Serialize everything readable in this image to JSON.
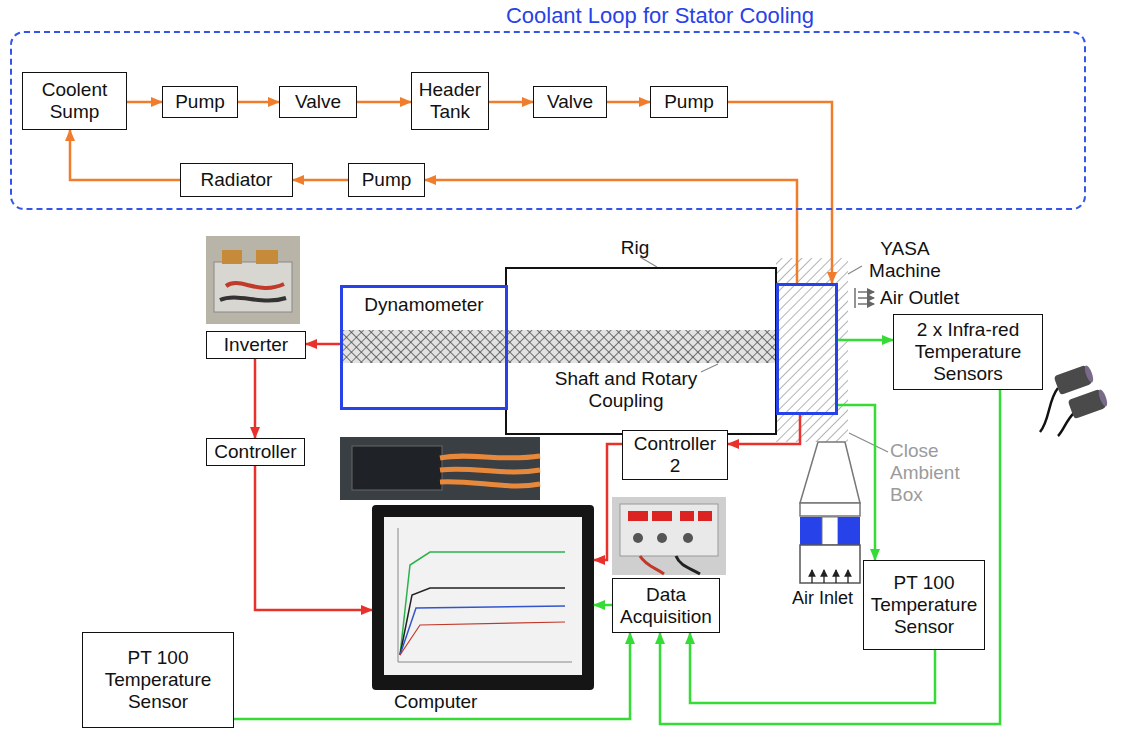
{
  "diagram": {
    "nodes": [
      {
        "text": [
          "Coolant Loop for Stator Cooling"
        ]
      },
      {
        "text": [
          "Coolent Sump"
        ],
        "in": 0
      },
      {
        "text": [
          "Pump"
        ],
        "in": 0
      },
      {
        "text": [
          "Valve"
        ],
        "in": 0
      },
      {
        "text": [
          "Header Tank"
        ],
        "in": 0
      },
      {
        "text": [
          "Valve"
        ],
        "in": 0
      },
      {
        "text": [
          "Pump"
        ],
        "in": 0
      },
      {
        "text": [
          "Radiator"
        ],
        "in": 0
      },
      {
        "text": [
          "Pump"
        ],
        "in": 0
      },
      {
        "text": [
          "Rig"
        ]
      },
      {
        "text": [
          "Dynamometer"
        ]
      },
      {
        "text": [
          "YASA Machine"
        ]
      },
      {
        "text": [
          "2 x Infra-red Temperature Sensors"
        ]
      },
      {
        "text": [
          "Inverter"
        ]
      },
      {
        "text": [
          "Controller"
        ]
      },
      {
        "text": [
          "Controller 2"
        ]
      },
      {
        "text": [
          "Computer"
        ]
      },
      {
        "text": [
          "Data Acquisition"
        ]
      },
      {
        "text": [
          "PT 100 Temperature Sensor"
        ]
      },
      {
        "text": [
          "PT 100 Temperature Sensor"
        ]
      }
    ],
    "edges": [
      {
        "from": 1,
        "to": 2,
        "arrow": "to"
      },
      {
        "from": 2,
        "to": 3,
        "arrow": "to"
      },
      {
        "from": 3,
        "to": 4,
        "arrow": "to"
      },
      {
        "from": 4,
        "to": 5,
        "arrow": "to"
      },
      {
        "from": 5,
        "to": 6,
        "arrow": "to"
      },
      {
        "from": 6,
        "to": 11,
        "arrow": "to"
      },
      {
        "from": 11,
        "to": 8,
        "arrow": "to"
      },
      {
        "from": 8,
        "to": 7,
        "arrow": "to"
      },
      {
        "from": 7,
        "to": 1,
        "arrow": "to"
      },
      {
        "from": 10,
        "to": 13,
        "arrow": "to"
      },
      {
        "from": 13,
        "to": 14,
        "arrow": "to"
      },
      {
        "from": 14,
        "to": 16,
        "arrow": "to"
      },
      {
        "from": 11,
        "to": 15,
        "arrow": "to"
      },
      {
        "from": 15,
        "to": 16,
        "arrow": "to"
      },
      {
        "from": 11,
        "to": 12,
        "arrow": "to"
      },
      {
        "from": 11,
        "to": 18,
        "arrow": "to"
      },
      {
        "from": 12,
        "to": 17,
        "arrow": "to"
      },
      {
        "from": 18,
        "to": 17,
        "arrow": "to"
      },
      {
        "from": 19,
        "to": 17,
        "arrow": "to"
      },
      {
        "from": 17,
        "to": 16,
        "arrow": "to"
      }
    ],
    "labels": [
      "Shaft and Rotary Coupling",
      "Close Ambient Box",
      "Air Outlet",
      "Air Inlet"
    ]
  }
}
